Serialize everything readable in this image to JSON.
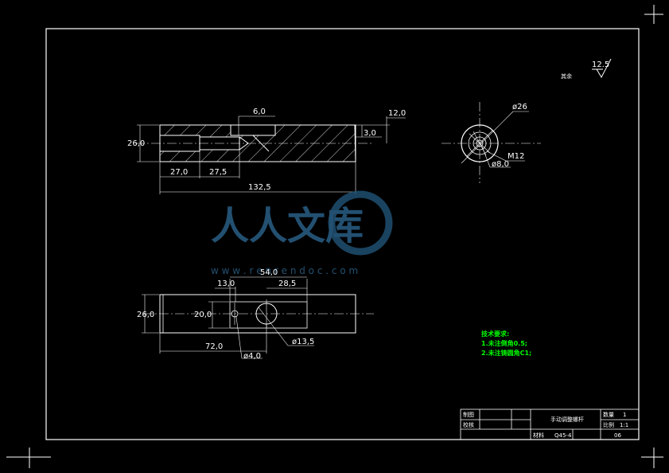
{
  "roughness": {
    "label": "其余",
    "value": "12.5"
  },
  "side_view": {
    "dims": {
      "d26": "26,0",
      "d60": "6,0",
      "d120": "12,0",
      "d30": "3,0",
      "d270a": "27,0",
      "d275": "27,5",
      "d1325": "132,5"
    }
  },
  "end_view": {
    "dims": {
      "phi26": "ø26",
      "m12": "M12",
      "phi8": "ø8,0"
    }
  },
  "top_view": {
    "dims": {
      "d540": "54,0",
      "d130": "13,0",
      "d285": "28,5",
      "d260": "26,0",
      "d200": "20,0",
      "d720": "72,0",
      "phi135": "ø13,5",
      "phi40": "ø4,0"
    }
  },
  "tech_requirements": {
    "title": "技术要求:",
    "items": [
      "1.未注倒角0.5;",
      "2.未注铸圆角C1;"
    ]
  },
  "title_block": {
    "draw_label": "制图",
    "check_label": "校核",
    "part_name": "手动调整螺杆",
    "qty_label": "数量",
    "qty_value": "1",
    "scale_label": "比例",
    "scale_value": "1:1",
    "material_label": "材料",
    "material_value": "Q45-4",
    "drawing_no": "06"
  },
  "watermark": {
    "text": "人人文库",
    "url": "w w w . r e n r e n d o c . c o m"
  }
}
